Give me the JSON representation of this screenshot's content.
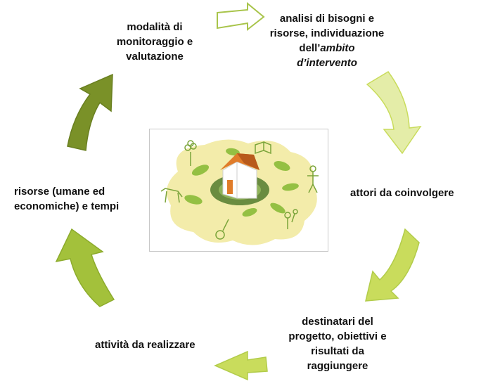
{
  "stages": {
    "top": {
      "lines": [
        "modalità di",
        "monitoraggio e",
        "valutazione"
      ]
    },
    "top_right": {
      "line1": "analisi di bisogni e",
      "line2": "risorse, individuazione",
      "line3_prefix": "dell’",
      "line3_italic": "ambito",
      "line4_italic": "d’intervento"
    },
    "right": {
      "lines": [
        "attori da coinvolgere"
      ]
    },
    "bottom_right": {
      "lines": [
        "destinatari del",
        "progetto, obiettivi e",
        "risultati da",
        "raggiungere"
      ]
    },
    "bottom": {
      "lines": [
        "attività da realizzare"
      ]
    },
    "left": {
      "lines": [
        "risorse (umane ed",
        "economiche) e tempi"
      ]
    }
  },
  "colors": {
    "arrow_outline": "#a8c44a",
    "arrow_pale": "#e4eda8",
    "arrow_light": "#c9dc5c",
    "arrow_mid": "#a3c13b",
    "arrow_dark": "#7a9128",
    "blob": "#f3ecaa",
    "leaf": "#94c043",
    "house_roof": "#e07c2a",
    "house_wall": "#ffffff",
    "house_shadow": "#6a8c40"
  }
}
